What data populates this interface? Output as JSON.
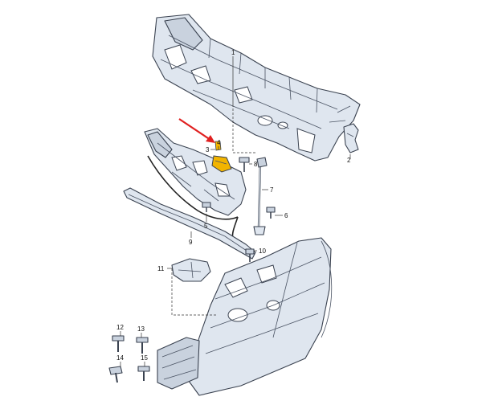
{
  "diagram": {
    "callouts": [
      {
        "id": "1",
        "label": "1"
      },
      {
        "id": "2",
        "label": "2"
      },
      {
        "id": "3",
        "label": "3"
      },
      {
        "id": "4",
        "label": "4"
      },
      {
        "id": "5",
        "label": "5"
      },
      {
        "id": "6",
        "label": "6"
      },
      {
        "id": "7",
        "label": "7"
      },
      {
        "id": "8",
        "label": "8"
      },
      {
        "id": "9",
        "label": "9"
      },
      {
        "id": "10",
        "label": "10"
      },
      {
        "id": "11",
        "label": "11"
      },
      {
        "id": "12",
        "label": "12"
      },
      {
        "id": "13",
        "label": "13"
      },
      {
        "id": "14",
        "label": "14"
      },
      {
        "id": "15",
        "label": "15"
      }
    ],
    "colors": {
      "part_fill": "#dfe6ef",
      "outline": "#3a4250",
      "highlight_part": "#f2b400",
      "arrow": "#e02020"
    },
    "highlighted_callout": "3"
  }
}
